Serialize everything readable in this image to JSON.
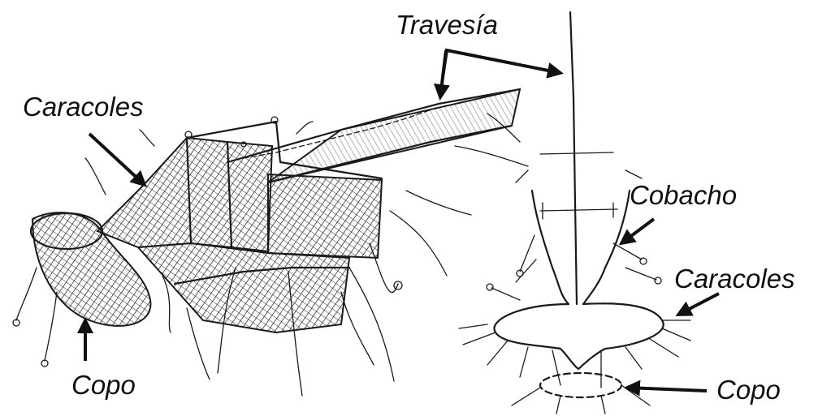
{
  "labels": {
    "travesia": "Travesía",
    "caracoles_left": "Caracoles",
    "copo_left": "Copo",
    "cobacho": "Cobacho",
    "caracoles_right": "Caracoles",
    "copo_right": "Copo"
  },
  "colors": {
    "ink": "#1a1a1a",
    "background": "#ffffff"
  }
}
